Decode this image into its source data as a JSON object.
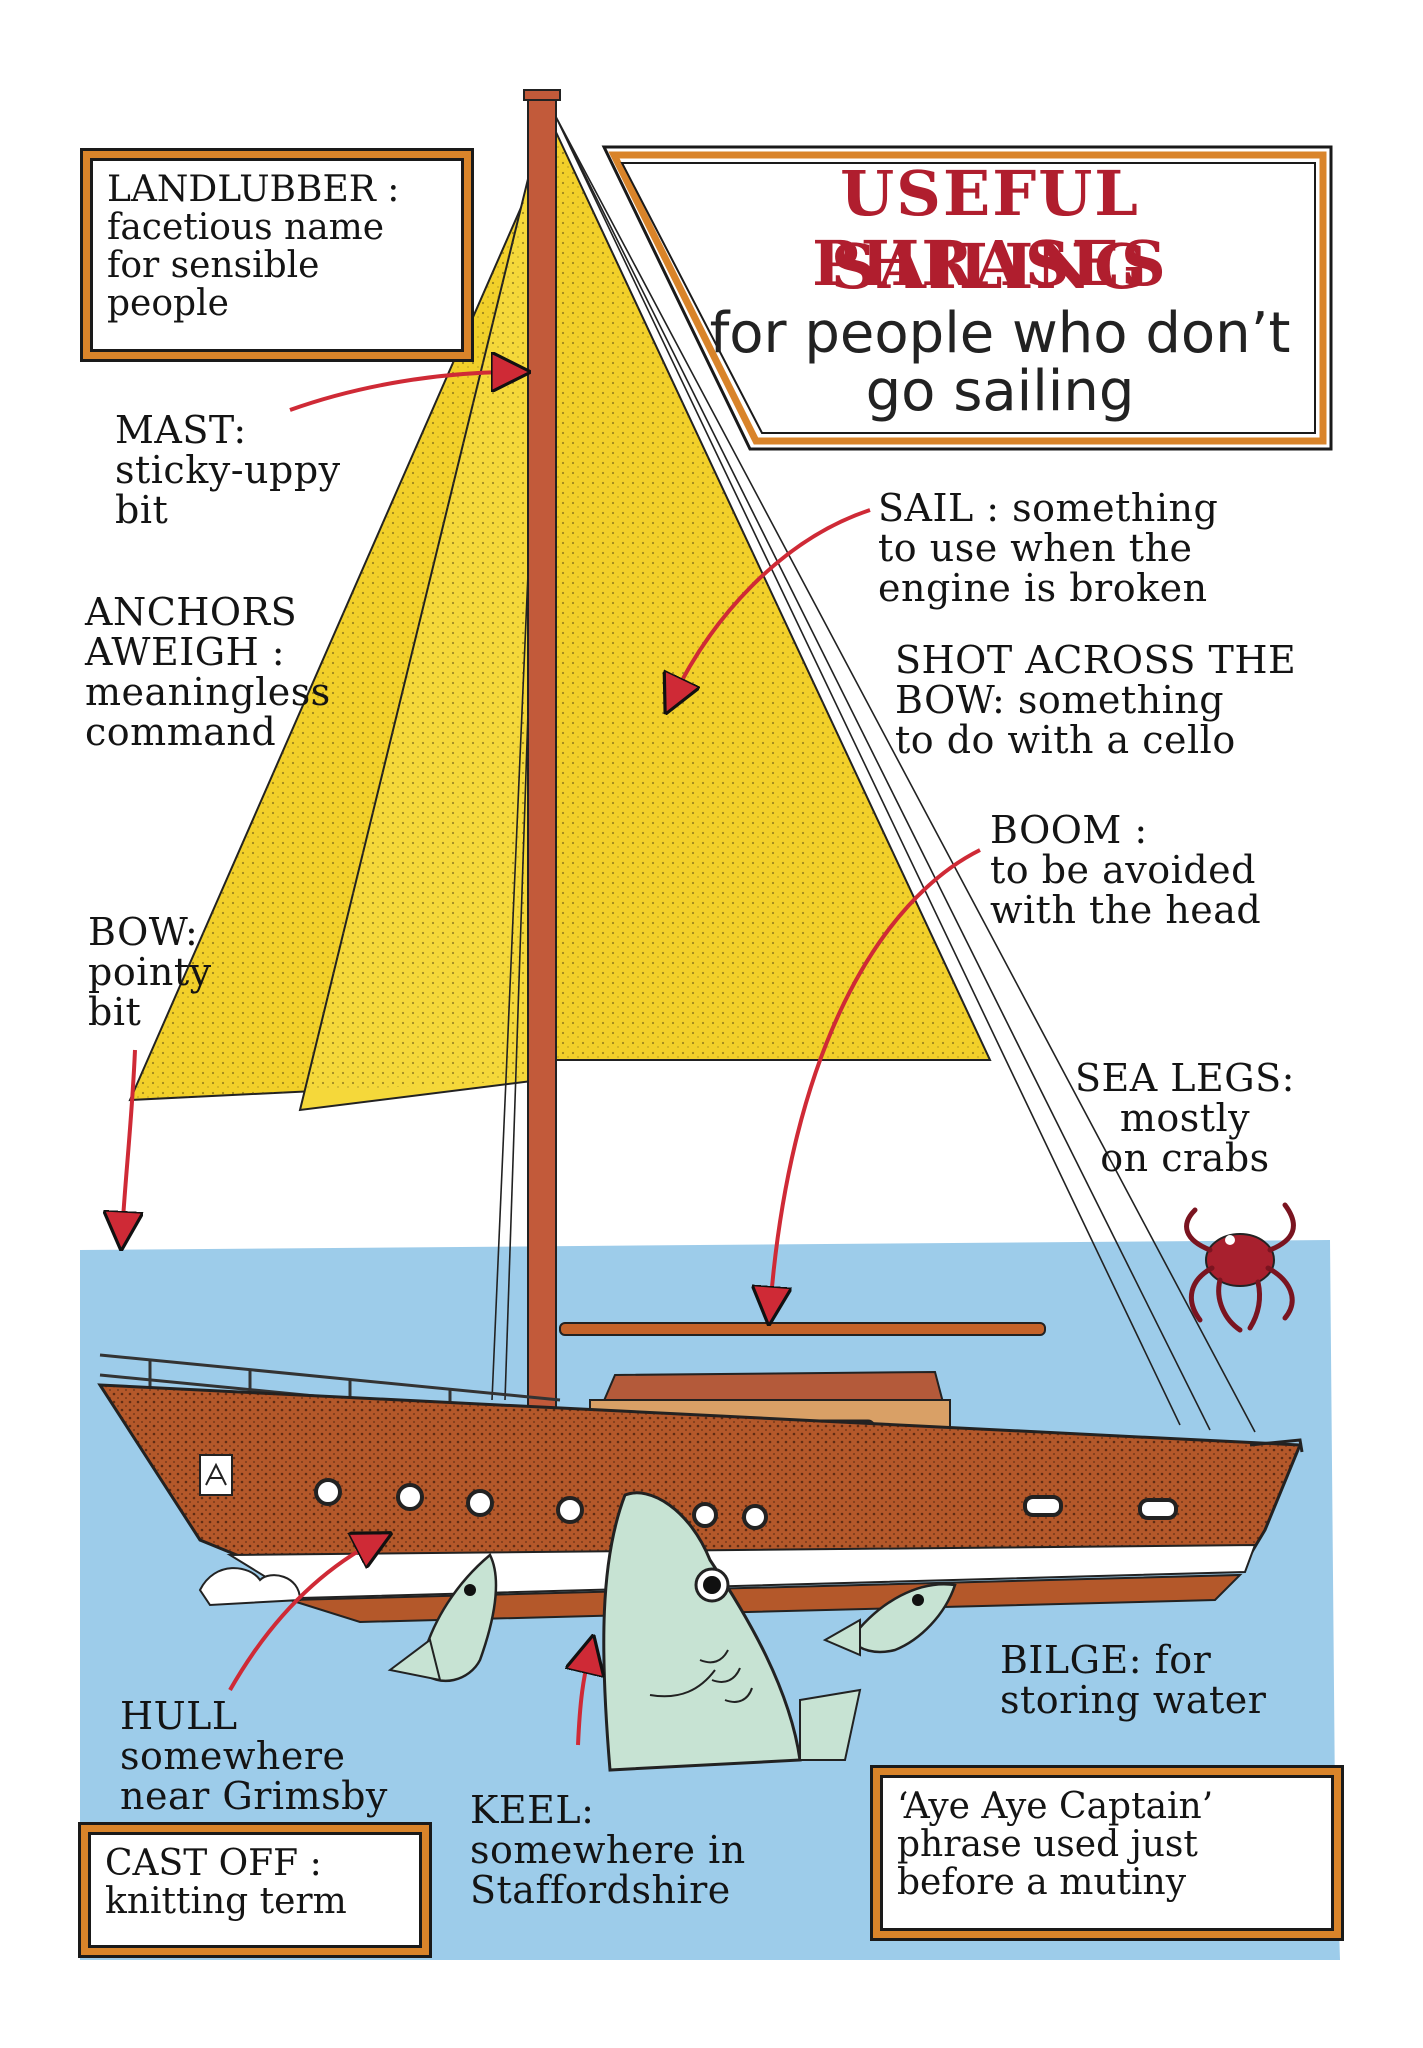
{
  "title": {
    "line1": "USEFUL SAILING",
    "line2": "PHRASES",
    "subtitle": "for people who don’t go sailing"
  },
  "labels": {
    "landlubber": "LANDLUBBER :\nfacetious name\nfor sensible\npeople",
    "mast": "MAST:\nsticky-uppy\nbit",
    "anchors": "ANCHORS\nAWEIGH :\nmeaningless\ncommand",
    "bow": "BOW:\npointy\nbit",
    "sail": "SAIL : something\nto use when the\nengine is broken",
    "shot": "SHOT ACROSS THE\nBOW: something\nto do with a cello",
    "boom": "BOOM :\nto be avoided\nwith the head",
    "sea_legs": "SEA LEGS:\nmostly\non crabs",
    "bilge": "BILGE: for\nstoring water",
    "hull": "HULL\nsomewhere\nnear Grimsby",
    "keel": "KEEL:\nsomewhere in\nStaffordshire",
    "cast_off": "CAST OFF :\nknitting term",
    "aye_aye": "‘Aye Aye Captain’\nphrase used just\nbefore a mutiny"
  },
  "colors": {
    "sail": "#f2d02a",
    "sea": "#8cc3e6",
    "hull": "#b4582a",
    "arrow": "#cf2a36",
    "frame": "#d9842a",
    "title": "#b01e2e",
    "crab": "#a8202e",
    "fish": "#c7e3d3"
  }
}
